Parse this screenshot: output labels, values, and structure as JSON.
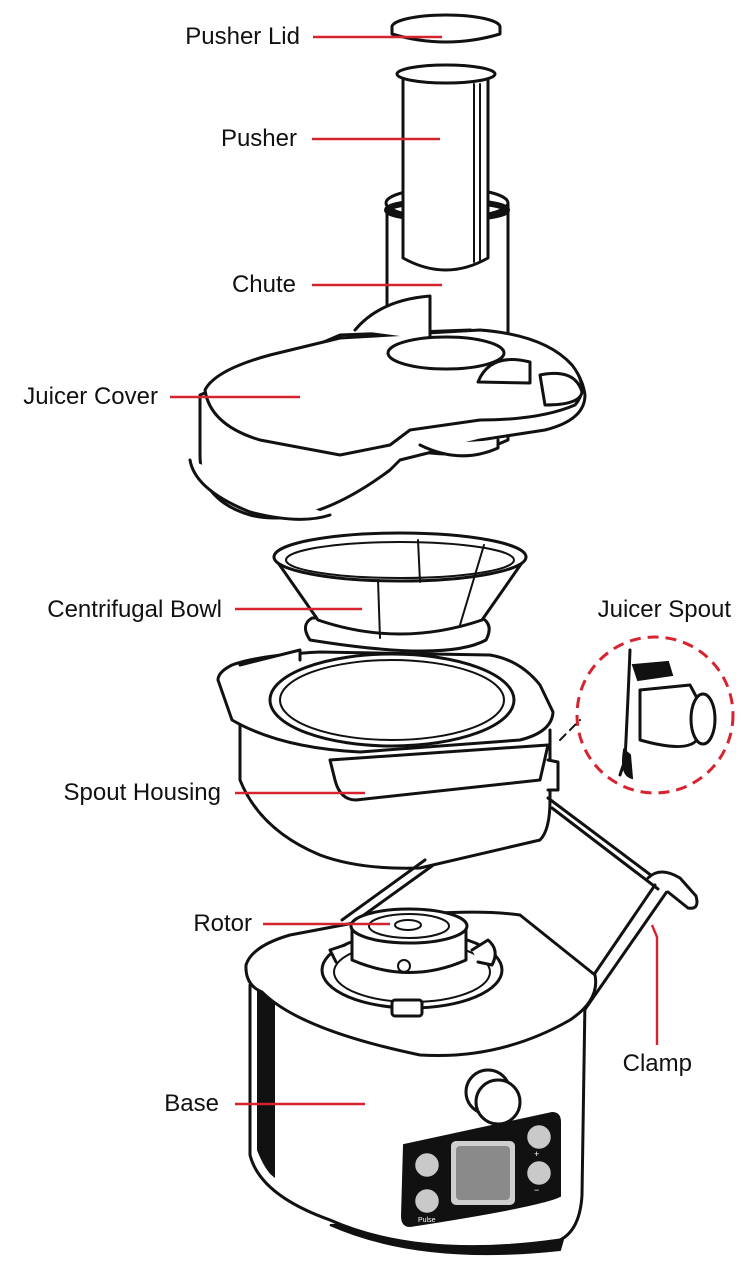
{
  "colors": {
    "leader": "#d7232f",
    "outline": "#111111",
    "label": "#111111"
  },
  "labels": {
    "pusher_lid": "Pusher Lid",
    "pusher": "Pusher",
    "chute": "Chute",
    "juicer_cover": "Juicer Cover",
    "centrifugal_bowl": "Centrifugal Bowl",
    "juicer_spout": "Juicer Spout",
    "spout_housing": "Spout Housing",
    "rotor": "Rotor",
    "clamp": "Clamp",
    "base": "Base"
  },
  "control_panel": {
    "pulse_label": "Pulse",
    "plus_symbol": "+",
    "minus_symbol": "−"
  }
}
